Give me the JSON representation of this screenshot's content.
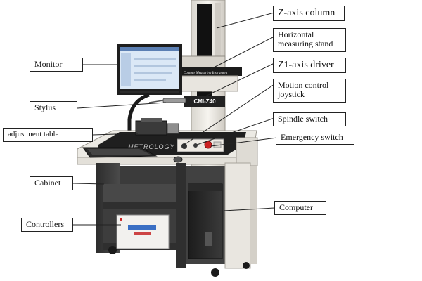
{
  "figure": {
    "labels": {
      "z_axis_column": "Z-axis column",
      "horizontal_measuring_stand": "Horizontal measuring stand",
      "z1_axis_driver": "Z1-axis driver",
      "motion_control_joystick": "Motion control joystick",
      "spindle_switch": "Spindle switch",
      "emergency_switch": "Emergency switch",
      "computer": "Computer",
      "monitor": "Monitor",
      "stylus": "Stylus",
      "adjustment_table": "adjustment table",
      "cabinet": "Cabinet",
      "controllers": "Controllers"
    },
    "printed_text": {
      "instrument_banner": "Contour Measuring Instrument",
      "model_plate": "CMI-Z40",
      "table_brand": "METROLOGY"
    },
    "colors": {
      "body_white": "#ece9e2",
      "cabinet_dark": "#353535",
      "lead_line": "#222222",
      "emergency_red": "#cc2222",
      "screen_blue": "#dbe8f6"
    }
  }
}
